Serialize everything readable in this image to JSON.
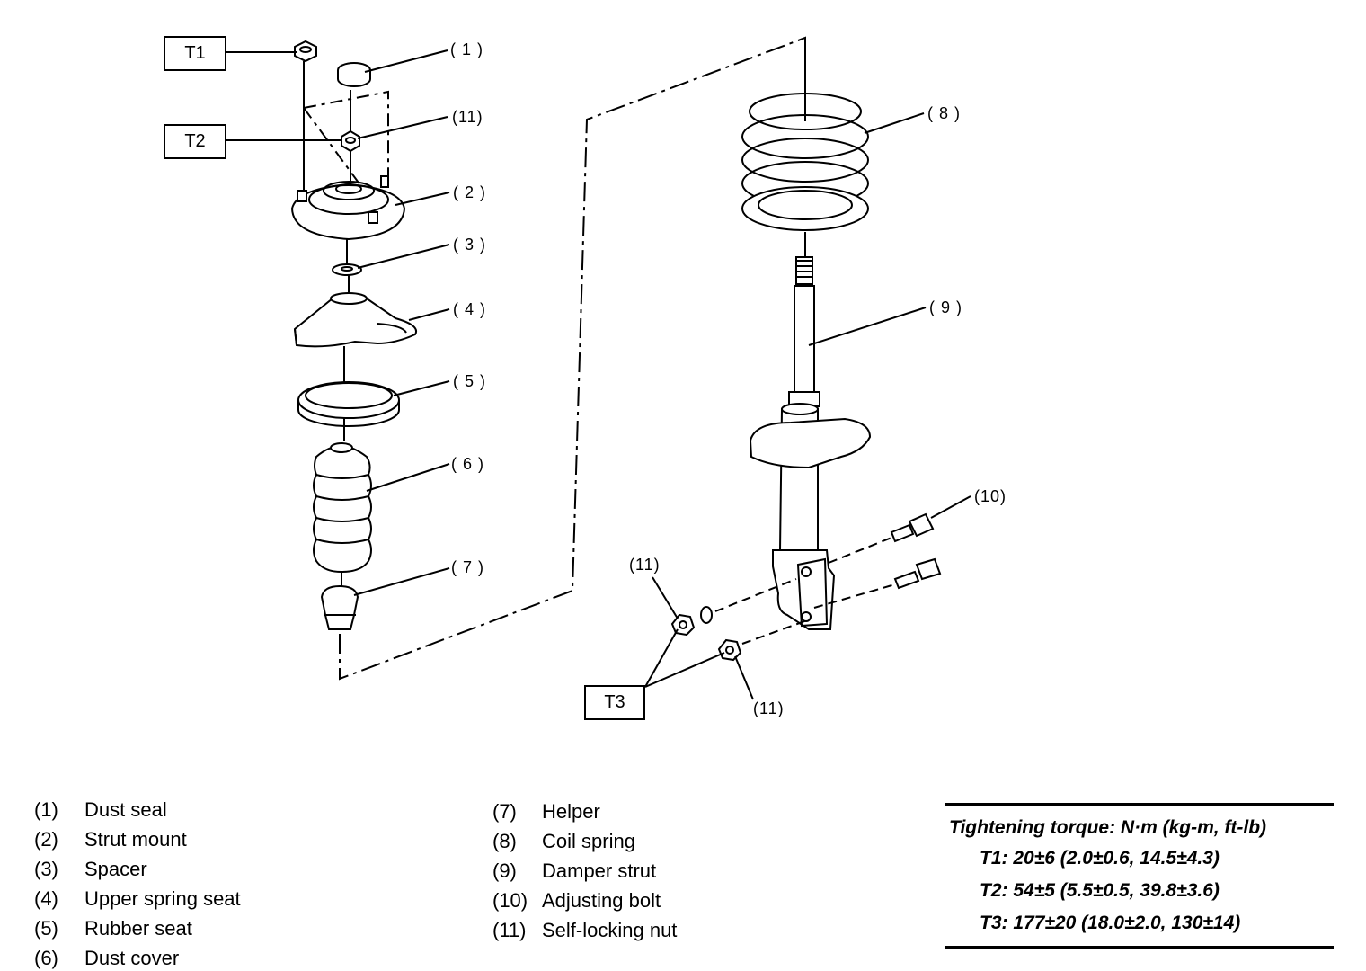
{
  "callouts": {
    "c1": "( 1 )",
    "c11a": "(11)",
    "c2": "( 2 )",
    "c3": "( 3 )",
    "c4": "( 4 )",
    "c5": "( 5 )",
    "c6": "( 6 )",
    "c7": "( 7 )",
    "c8": "( 8 )",
    "c9": "( 9 )",
    "c10": "(10)",
    "c11b": "(11)",
    "c11c": "(11)"
  },
  "torque_boxes": {
    "t1": "T1",
    "t2": "T2",
    "t3": "T3"
  },
  "legend": {
    "left": [
      {
        "num": "(1)",
        "name": "Dust seal"
      },
      {
        "num": "(2)",
        "name": "Strut mount"
      },
      {
        "num": "(3)",
        "name": "Spacer"
      },
      {
        "num": "(4)",
        "name": "Upper spring seat"
      },
      {
        "num": "(5)",
        "name": "Rubber seat"
      },
      {
        "num": "(6)",
        "name": "Dust cover"
      }
    ],
    "right": [
      {
        "num": "(7)",
        "name": "Helper"
      },
      {
        "num": "(8)",
        "name": "Coil spring"
      },
      {
        "num": "(9)",
        "name": "Damper strut"
      },
      {
        "num": "(10)",
        "name": "Adjusting bolt"
      },
      {
        "num": "(11)",
        "name": "Self-locking nut"
      }
    ]
  },
  "torque": {
    "title": "Tightening torque: N·m (kg-m, ft-lb)",
    "rows": [
      "T1: 20±6 (2.0±0.6, 14.5±4.3)",
      "T2: 54±5 (5.5±0.5, 39.8±3.6)",
      "T3: 177±20 (18.0±2.0, 130±14)"
    ]
  }
}
